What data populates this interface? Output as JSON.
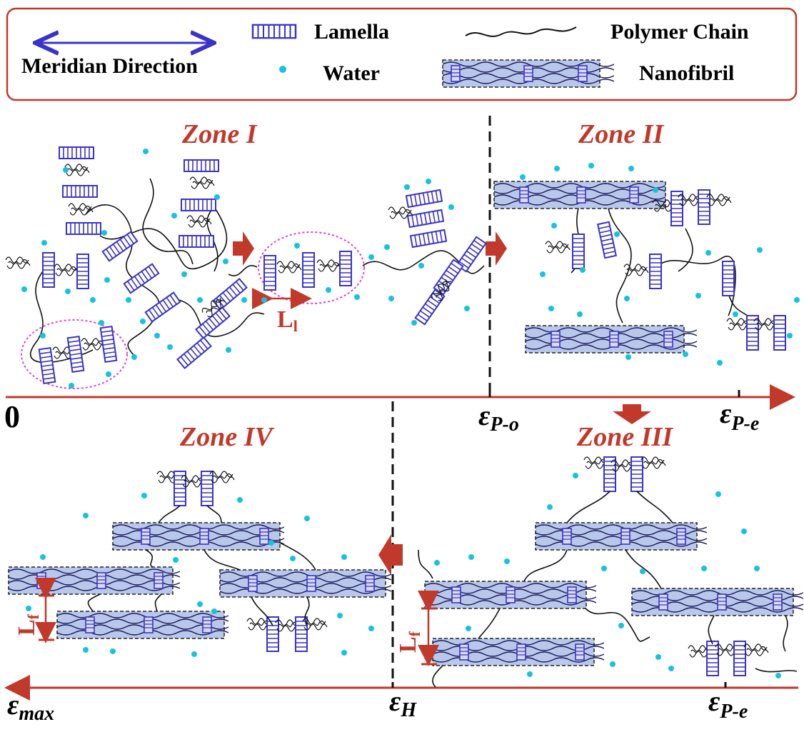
{
  "legend": {
    "meridian": "Meridian Direction",
    "water": "Water",
    "lamella": "Lamella",
    "polymer_chain": "Polymer Chain",
    "nanofibril": "Nanofibril"
  },
  "zones": {
    "zone1": "Zone I",
    "zone2": "Zone II",
    "zone3": "Zone III",
    "zone4": "Zone IV"
  },
  "axis_top": {
    "origin": "0",
    "p_o": {
      "main": "ε",
      "sub": "P-o"
    },
    "p_e": {
      "main": "ε",
      "sub": "P-e"
    }
  },
  "axis_bottom": {
    "max": {
      "main": "ε",
      "sub": "max"
    },
    "h": {
      "main": "ε",
      "sub": "H"
    },
    "p_e": {
      "main": "ε",
      "sub": "P-e"
    }
  },
  "lengths": {
    "ll": {
      "main": "L",
      "sub": "l"
    },
    "lf": {
      "main": "L",
      "sub": "f"
    }
  },
  "colors": {
    "accent_red": "#c0392b",
    "lamella_blue": "#3a33c8",
    "water_cyan": "#17c3dc",
    "fibril_fill": "#b9c8ea",
    "magenta_outline": "#e040e0"
  }
}
